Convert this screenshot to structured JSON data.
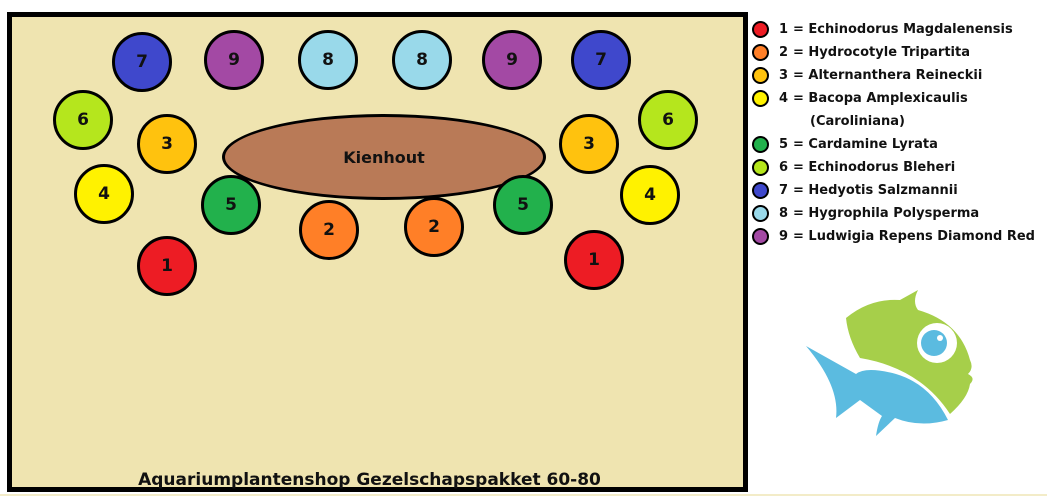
{
  "wood_label": "Kienhout",
  "caption": "Aquariumplantenshop Gezelschapspakket 60-80",
  "colors": {
    "1": "#ed1c24",
    "2": "#ff7f27",
    "3": "#ffc20e",
    "4": "#fff200",
    "5": "#22b14c",
    "6": "#b5e61d",
    "7": "#3f48cc",
    "8": "#99d9ea",
    "9": "#a349a4",
    "wood": "#b97a57",
    "tank": "#efe4b0",
    "fish_green": "#a6cf4a",
    "fish_blue": "#5bbbe0"
  },
  "plants": [
    "7",
    "9",
    "8",
    "8",
    "9",
    "7",
    "6",
    "3",
    "3",
    "6",
    "4",
    "5",
    "2",
    "2",
    "5",
    "4",
    "1",
    "1"
  ],
  "legend": [
    {
      "num": "1",
      "text": "= Echinodorus Magdalenensis"
    },
    {
      "num": "2",
      "text": "= Hydrocotyle Tripartita"
    },
    {
      "num": "3",
      "text": "= Alternanthera Reineckii"
    },
    {
      "num": "4",
      "text": "= Bacopa Amplexicaulis",
      "extra": "(Caroliniana)"
    },
    {
      "num": "5",
      "text": "= Cardamine Lyrata"
    },
    {
      "num": "6",
      "text": "= Echinodorus Bleheri"
    },
    {
      "num": "7",
      "text": "= Hedyotis Salzmannii"
    },
    {
      "num": "8",
      "text": "= Hygrophila Polysperma"
    },
    {
      "num": "9",
      "text": "= Ludwigia Repens Diamond Red"
    }
  ]
}
